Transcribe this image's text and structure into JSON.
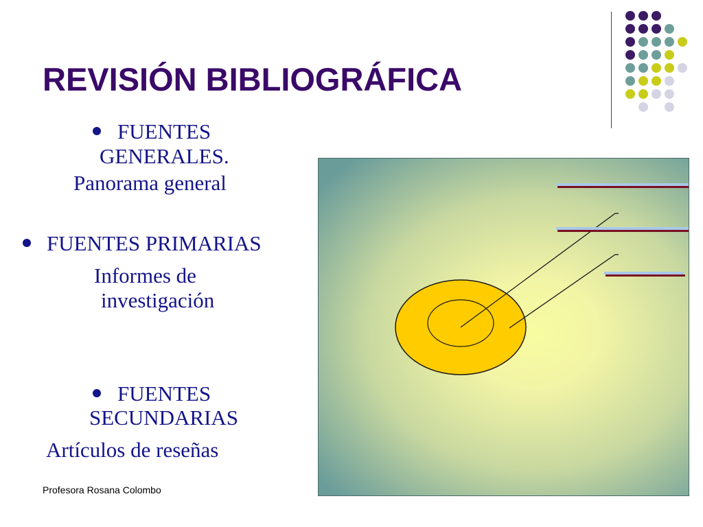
{
  "slide": {
    "title": "REVISIÓN BIBLIOGRÁFICA",
    "items": [
      {
        "line1": "FUENTES",
        "line2": "GENERALES.",
        "line3": "Panorama general"
      },
      {
        "line1": "FUENTES PRIMARIAS",
        "line2": "Informes de",
        "line3": "investigación"
      },
      {
        "line1": "FUENTES",
        "line2": "SECUNDARIAS",
        "line3": "Artículos de reseñas"
      }
    ],
    "footer": "Profesora Rosana Colombo"
  },
  "colors": {
    "title": "#3a0a68",
    "body_text": "#14148a",
    "target_fill": "#ffcc00",
    "dot_purple": "#3c1a64",
    "dot_teal": "#6e9e9a",
    "dot_lime": "#c8cc1a",
    "dot_lavender": "#d4d4e4"
  },
  "icons": {
    "decoration": "dot-grid-decoration",
    "picture": "target-diagram"
  }
}
